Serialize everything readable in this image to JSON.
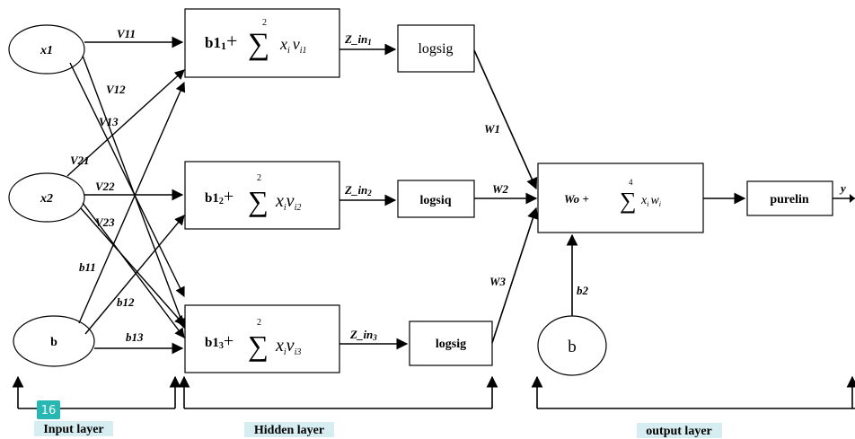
{
  "inputs": {
    "x1": "x1",
    "x2": "x2",
    "bias": "b"
  },
  "weights": {
    "v11": "V11",
    "v12": "V12",
    "v13": "V13",
    "v21": "V21",
    "v22": "V22",
    "v23": "V23",
    "b11": "b11",
    "b12": "b12",
    "b13": "b13"
  },
  "hidden": [
    {
      "bias": "b1",
      "bias_sub": "1",
      "op": "+",
      "sum_upper": "2",
      "term": "x",
      "term_sub": "i",
      "v": "v",
      "v_sub": "i1",
      "z_label": "Z_in",
      "z_sub": "1",
      "activation": "logsig"
    },
    {
      "bias": "b1",
      "bias_sub": "2",
      "op": "+",
      "sum_upper": "2",
      "term": "x",
      "term_sub": "i",
      "v": "v",
      "v_sub": "i2",
      "z_label": "Z_in",
      "z_sub": "2",
      "activation": "logsiq"
    },
    {
      "bias": "b1",
      "bias_sub": "3",
      "op": "+",
      "sum_upper": "2",
      "term": "x",
      "term_sub": "i",
      "v": "v",
      "v_sub": "i3",
      "z_label": "Z_in",
      "z_sub": "3",
      "activation": "logsig"
    }
  ],
  "output_weights": {
    "w1": "W1",
    "w2": "W2",
    "w3": "W3",
    "b2": "b2"
  },
  "output": {
    "bias_label": "Wo +",
    "sum_upper": "4",
    "term": "x",
    "term_sub": "i",
    "w": "w",
    "w_sub": "i",
    "activation": "purelin",
    "y": "y",
    "bias_node": "b"
  },
  "layers": {
    "input": "Input layer",
    "hidden": "Hidden layer",
    "output": "output layer"
  },
  "page_badge": "16"
}
